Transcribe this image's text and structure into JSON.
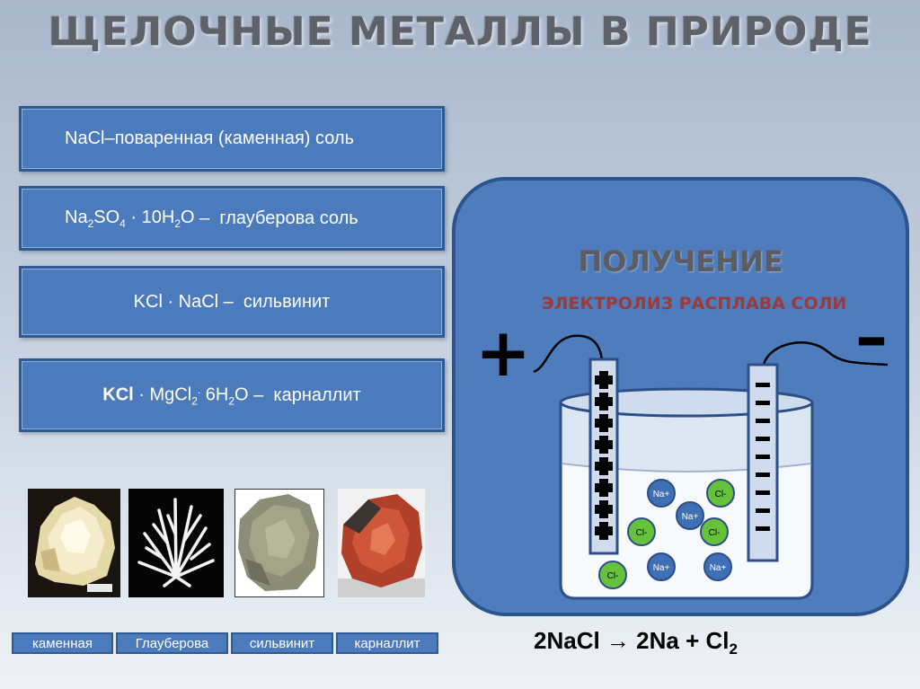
{
  "title": "ЩЕЛОЧНЫЕ МЕТАЛЛЫ В ПРИРОДЕ",
  "minerals": [
    {
      "formula": "NaCl",
      "desc": "–поваренная (каменная) соль"
    },
    {
      "formula": "Na2SO4 · 10H2O",
      "desc": " –  глауберова соль"
    },
    {
      "formula": "KCl · NaCl",
      "desc": " –  сильвинит"
    },
    {
      "formula": "KCl · MgCl2 · 6H2O",
      "desc": " –  карналлит"
    }
  ],
  "photo_labels": [
    "каменная",
    "Глауберова",
    "сильвинит",
    "карналлит"
  ],
  "panel": {
    "heading": "ПОЛУЧЕНИЕ",
    "subheading": "ЭЛЕКТРОЛИЗ РАСПЛАВА СОЛИ",
    "plus_sign": "+",
    "minus_sign": "–"
  },
  "ions": {
    "na": "Na+",
    "cl": "Cl-"
  },
  "equation": {
    "lhs": "2NaCl → ",
    "rhs": "2Na + Cl",
    "sub": "2"
  },
  "colors": {
    "box_fill": "#4c7bbd",
    "box_border": "#2f5a92",
    "na_ion": "#3f6fb4",
    "cl_ion": "#66c23a",
    "subtitle_red": "#9b3a3a"
  }
}
